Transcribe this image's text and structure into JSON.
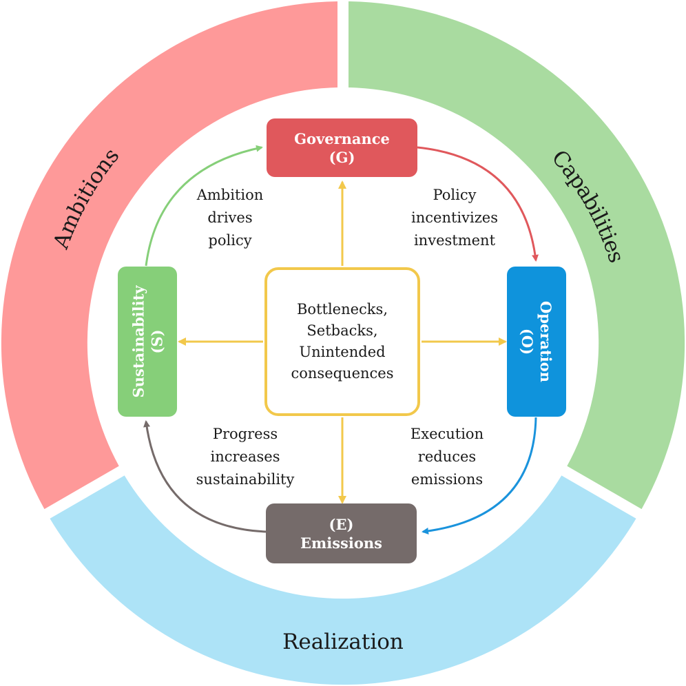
{
  "ring": {
    "segments": [
      {
        "label": "Ambitions",
        "color": "#fe9999"
      },
      {
        "label": "Capabilities",
        "color": "#a9dba0"
      },
      {
        "label": "Realization",
        "color": "#ade3f7"
      }
    ]
  },
  "nodes": {
    "governance": {
      "lines": [
        "Governance",
        "(G)"
      ],
      "color": "#e0585c"
    },
    "operation": {
      "lines": [
        "Operation",
        "(O)"
      ],
      "color": "#0f93dc"
    },
    "emissions": {
      "lines": [
        "(E)",
        "Emissions"
      ],
      "color": "#756b6a"
    },
    "sustainability": {
      "lines": [
        "Sustainability",
        "(S)"
      ],
      "color": "#86cf79"
    }
  },
  "center": {
    "lines": [
      "Bottlenecks,",
      "Setbacks,",
      "Unintended",
      "consequences"
    ],
    "color": "#f2c84b"
  },
  "edges": {
    "s_to_g": {
      "lines": [
        "Ambition",
        "drives",
        "policy"
      ],
      "color": "#86cf79"
    },
    "g_to_o": {
      "lines": [
        "Policy",
        "incentivizes",
        "investment"
      ],
      "color": "#e0585c"
    },
    "o_to_e": {
      "lines": [
        "Execution",
        "reduces",
        "emissions"
      ],
      "color": "#1a93dc"
    },
    "e_to_s": {
      "lines": [
        "Progress",
        "increases",
        "sustainability"
      ],
      "color": "#756b6a"
    }
  }
}
